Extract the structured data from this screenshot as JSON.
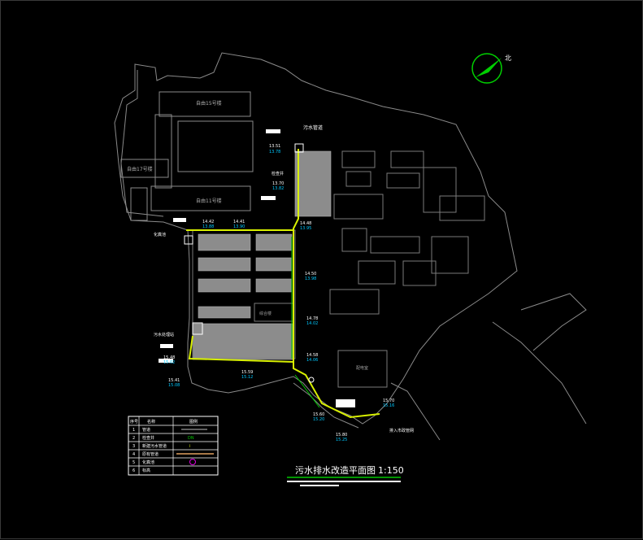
{
  "title": "污水排水改造平面图",
  "scale": "1:150",
  "north_label": "北",
  "buildings": {
    "b1": "自由15号楼",
    "b2": "自由11号楼",
    "b3": "自由17号楼",
    "b4": "综合楼",
    "b5": "配电室"
  },
  "labels": {
    "l1": "污水管道",
    "l2": "检查井",
    "l3": "化粪池",
    "l4": "污水处理站",
    "l5": "排入市政管网"
  },
  "elevations": {
    "e1": "13.51",
    "e2": "13.70",
    "e3": "14.42",
    "e4": "14.41",
    "e5": "14.48",
    "e6": "14.50",
    "e7": "14.78",
    "e8": "14.58",
    "e9": "15.48",
    "e10": "15.41",
    "e11": "15.59",
    "e12": "15.70"
  },
  "legend": {
    "header": [
      "序号",
      "名称",
      "图例"
    ],
    "rows": [
      {
        "n": "1",
        "name": "管道"
      },
      {
        "n": "2",
        "name": "检查井"
      },
      {
        "n": "3",
        "name": "新建污水管道"
      },
      {
        "n": "4",
        "name": "原有管道"
      },
      {
        "n": "5",
        "name": "化粪池"
      },
      {
        "n": "6",
        "name": "标高"
      }
    ]
  },
  "colors": {
    "pipe": "#d8f000",
    "pipe_green": "#00c800",
    "line": "#7a7a7a",
    "fill": "#9a9a9a",
    "cyan": "#00c8ff",
    "magenta": "#e000e0",
    "orange": "#e0a060"
  }
}
